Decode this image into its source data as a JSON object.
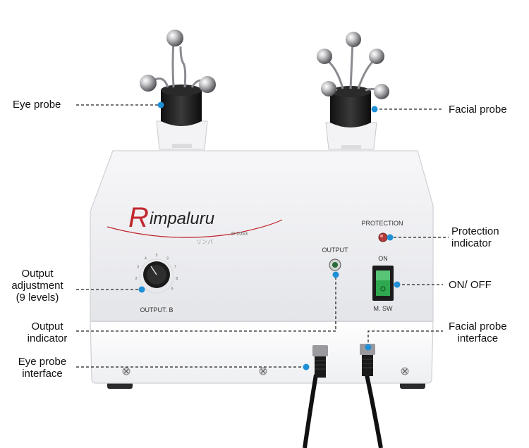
{
  "device": {
    "brand_initial": "R",
    "brand_rest": "impaluru",
    "model": "D-2053",
    "sub_mark": "リンパ",
    "protection_label": "PROTECTION",
    "output_label": "OUTPUT",
    "on_label": "ON",
    "switch_label": "M. SW",
    "knob_label": "OUTPUT. B",
    "knob_scale": [
      "1",
      "2",
      "3",
      "4",
      "5",
      "6",
      "7",
      "8",
      "9"
    ]
  },
  "callouts": {
    "eye_probe": "Eye probe",
    "facial_probe": "Facial probe",
    "protection_indicator": "Protection\nindicator",
    "output_adjustment": "Output\nadjustment\n(9 levels)",
    "on_off": "ON/ OFF",
    "output_indicator": "Output\nindicator",
    "facial_probe_interface": "Facial probe\ninterface",
    "eye_probe_interface": "Eye probe\ninterface"
  },
  "colors": {
    "pointer_dot": "#1f8fd6",
    "switch_green": "#2fa84f",
    "protection_led": "#b23a3a",
    "brand_red": "#c0282e"
  },
  "icons": {
    "eye_probe": "metal-ball-probe-icon",
    "facial_probe": "metal-ball-probe-icon",
    "knob": "rotary-knob-icon",
    "switch": "rocker-switch-icon",
    "connector": "cable-connector-icon"
  }
}
